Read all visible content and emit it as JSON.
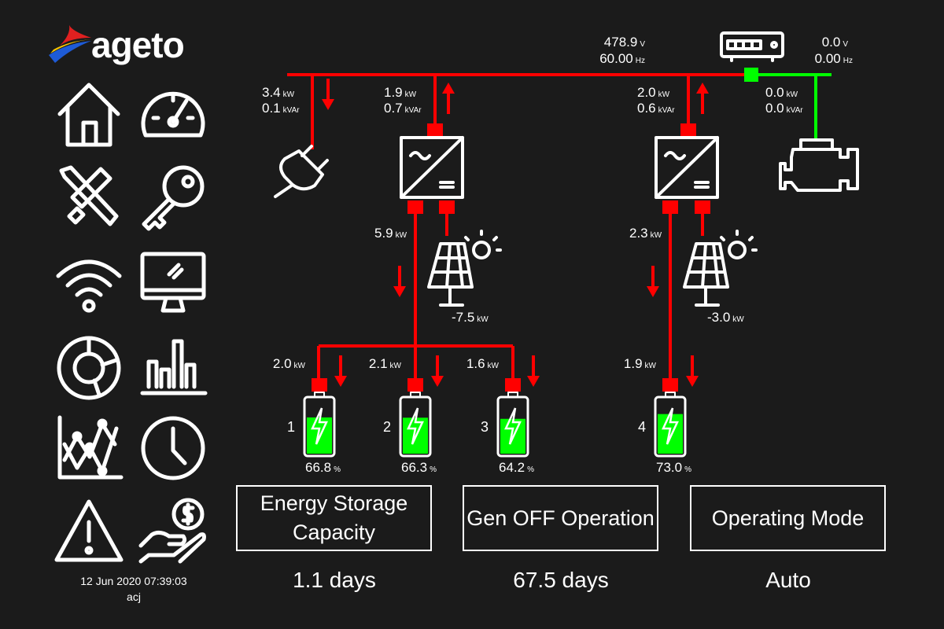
{
  "brand": {
    "name": "ageto"
  },
  "nav": [
    {
      "icon": "home-icon"
    },
    {
      "icon": "dashboard-gauge-icon"
    },
    {
      "icon": "tools-icon"
    },
    {
      "icon": "key-icon"
    },
    {
      "icon": "wifi-icon"
    },
    {
      "icon": "monitor-icon"
    },
    {
      "icon": "pie-chart-icon"
    },
    {
      "icon": "bar-chart-icon"
    },
    {
      "icon": "line-chart-icon"
    },
    {
      "icon": "clock-icon"
    },
    {
      "icon": "warning-icon"
    },
    {
      "icon": "cost-hand-icon"
    }
  ],
  "footer": {
    "datetime": "12 Jun 2020 07:39:03",
    "user": "acj"
  },
  "bus": {
    "voltage": "478.9",
    "voltage_unit": "V",
    "freq": "60.00",
    "freq_unit": "Hz"
  },
  "gen_bus": {
    "voltage": "0.0",
    "voltage_unit": "V",
    "freq": "0.00",
    "freq_unit": "Hz"
  },
  "units": {
    "kw": "kW",
    "kvar": "kVAr",
    "pct": "%"
  },
  "load": {
    "kw": "3.4",
    "kvar": "0.1"
  },
  "inverter1": {
    "kw": "1.9",
    "kvar": "0.7",
    "dc_kw": "5.9",
    "pv_kw": "-7.5"
  },
  "inverter2": {
    "kw": "2.0",
    "kvar": "0.6",
    "dc_kw": "2.3",
    "pv_kw": "-3.0"
  },
  "generator": {
    "kw": "0.0",
    "kvar": "0.0"
  },
  "batteries": [
    {
      "id": "1",
      "kw": "2.0",
      "soc": "66.8",
      "soc_fraction": 0.668
    },
    {
      "id": "2",
      "kw": "2.1",
      "soc": "66.3",
      "soc_fraction": 0.663
    },
    {
      "id": "3",
      "kw": "1.6",
      "soc": "64.2",
      "soc_fraction": 0.642
    },
    {
      "id": "4",
      "kw": "1.9",
      "soc": "73.0",
      "soc_fraction": 0.73
    }
  ],
  "colors": {
    "active": "#ff0000",
    "gen": "#00ff00",
    "soc": "#00ff00"
  },
  "summary": [
    {
      "label": "Energy Storage Capacity",
      "value": "1.1 days"
    },
    {
      "label": "Gen OFF Operation",
      "value": "67.5 days"
    },
    {
      "label": "Operating Mode",
      "value": "Auto"
    }
  ]
}
